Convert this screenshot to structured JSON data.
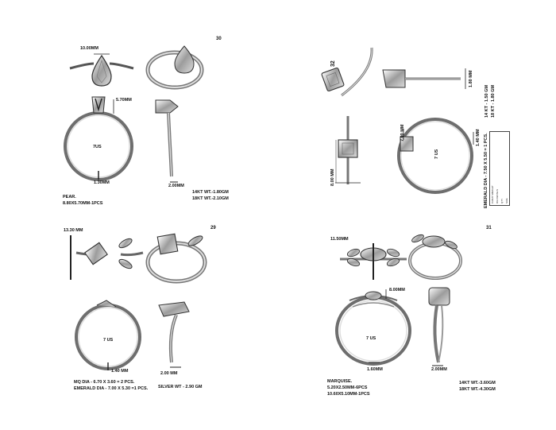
{
  "sheets": [
    {
      "id": "30",
      "number": "30",
      "dims": [
        "10.00MM",
        "5.70MM",
        "1.30MM",
        "2.00MM"
      ],
      "size_label": "7US",
      "stone": [
        "PEAR.",
        "8.80X5.70MM-1PCS"
      ],
      "weights": [
        "14KT WT.-1.80GM",
        "18KT WT.-2.10GM"
      ]
    },
    {
      "id": "32",
      "number": "32",
      "dims": [
        "1.80 MM",
        "7.00 MM",
        "1.40 MM",
        "8.00 MM"
      ],
      "weights_rot": [
        "14 KT - 1.50 GM",
        "18 KT - 1.80 GM"
      ],
      "size_label": "7 US",
      "stone_rot": "EMERALD DIA - 7.50 X 5.50 = 1 PCS.",
      "table_rows": [
        "CARAT WEIGHT",
        "DIA DETAILS",
        "QTY",
        "SIZE"
      ]
    },
    {
      "id": "29",
      "number": "29",
      "dims": [
        "13.30 MM",
        "1.40 MM",
        "2.00 MM"
      ],
      "size_label": "7 US",
      "stone": [
        "MQ DIA - 6.70 X 3.60 = 2 PCS.",
        "EMERALD DIA - 7.00 X 5.30 =1 PCS."
      ],
      "weights": [
        "SILVER  WT - 2.90 GM"
      ]
    },
    {
      "id": "31",
      "number": "31",
      "dims": [
        "11.50MM",
        "8.00MM",
        "1.60MM",
        "2.00MM"
      ],
      "size_label": "7 US",
      "stone": [
        "MARQUISE.",
        "5.20X2.50MM-6PCS",
        "10.60X5.10MM-1PCS"
      ],
      "weights": [
        "14KT WT.-3.60GM",
        "18KT WT.-4.30GM"
      ]
    }
  ],
  "colors": {
    "line": "#333333",
    "metal": "#9a9a9a",
    "stone": "#cfcfcf"
  }
}
